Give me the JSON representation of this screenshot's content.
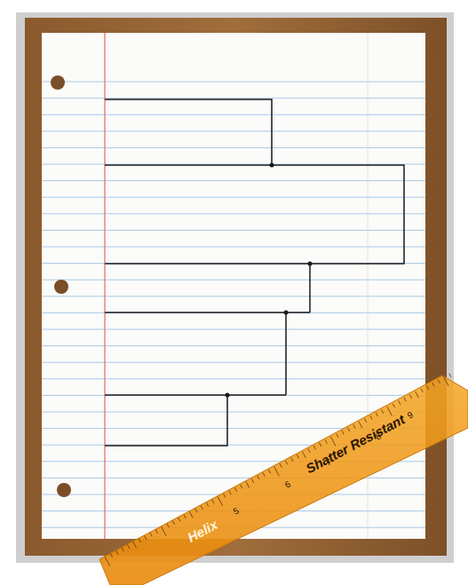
{
  "diagram": {
    "labels": [
      "Shatter Resistant",
      "Helix",
      "5",
      "6",
      "7",
      "8",
      "9"
    ]
  }
}
